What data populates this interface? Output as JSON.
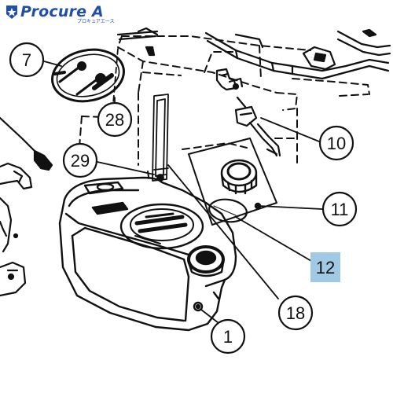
{
  "brand": {
    "name": "Procure A",
    "kana": "プロキュアエース",
    "color": "#1f4fa8"
  },
  "callouts": [
    {
      "id": "part-7",
      "label": "7",
      "highlight": false
    },
    {
      "id": "part-28",
      "label": "28",
      "highlight": false
    },
    {
      "id": "part-29",
      "label": "29",
      "highlight": false
    },
    {
      "id": "part-10",
      "label": "10",
      "highlight": false
    },
    {
      "id": "part-11",
      "label": "11",
      "highlight": false
    },
    {
      "id": "part-12",
      "label": "12",
      "highlight": true
    },
    {
      "id": "part-18",
      "label": "18",
      "highlight": false
    },
    {
      "id": "part-1",
      "label": "1",
      "highlight": false
    }
  ],
  "colors": {
    "highlight_fill": "#9fc9e4",
    "line": "#111111"
  }
}
